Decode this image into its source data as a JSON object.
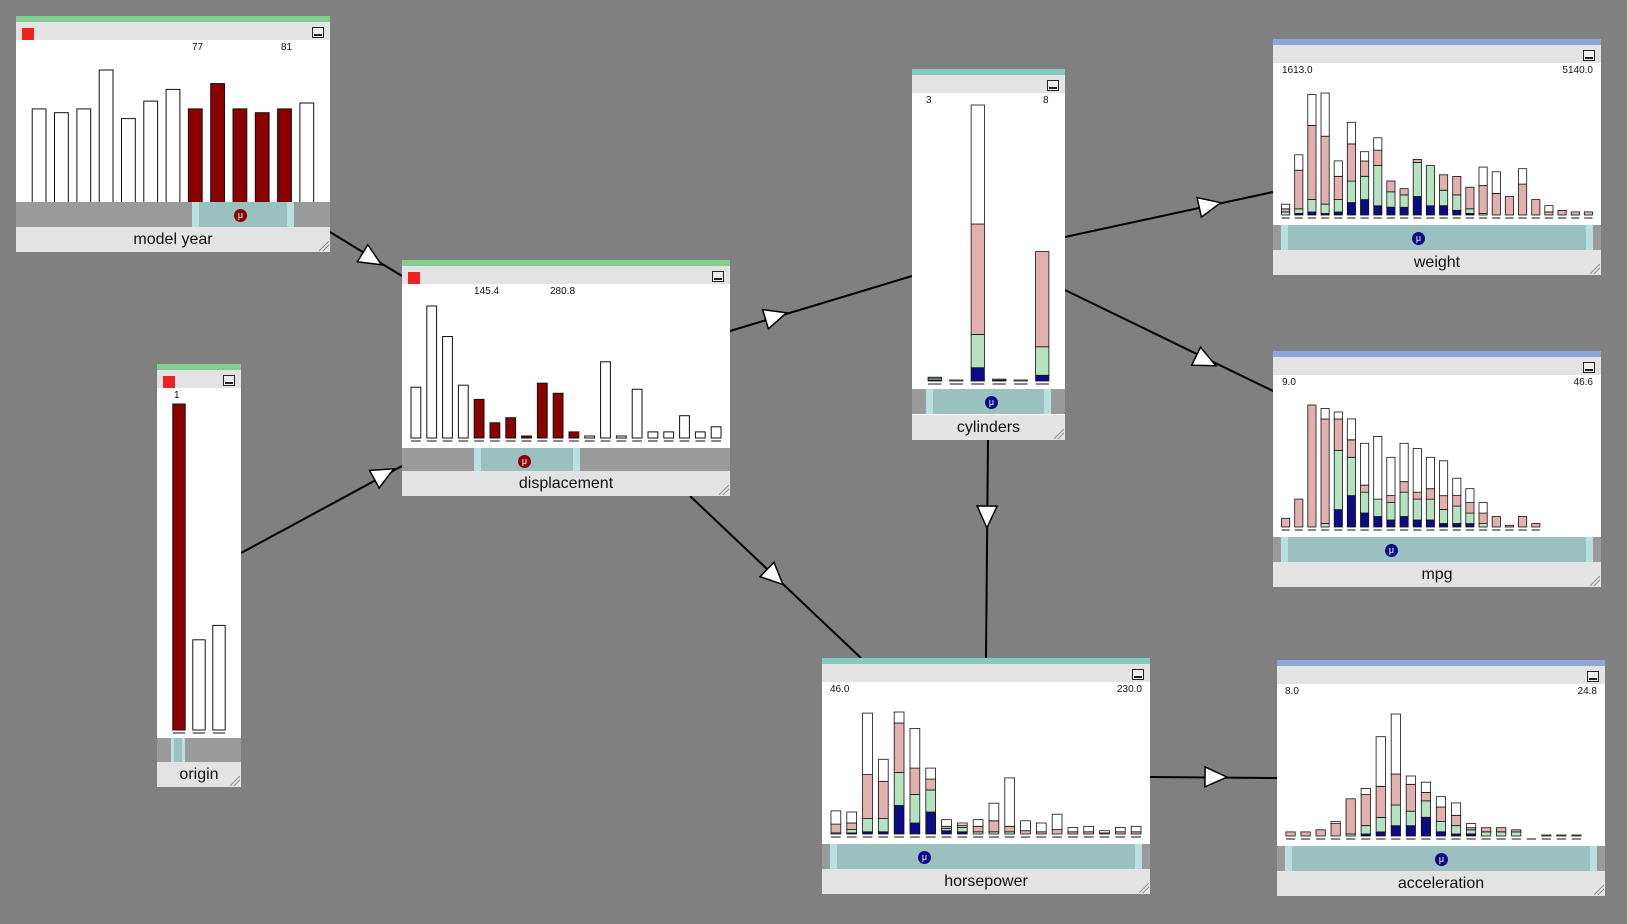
{
  "colors": {
    "background": "#808080",
    "selected_bar": "#8b0000",
    "cat_a": "#e3b0b0",
    "cat_b": "#b5e3bf",
    "cat_c": "#0b0b85",
    "evidence_bar": "#7fcf8f",
    "query_bar": "#8fa5dc",
    "hidden_bar": "#80cdbf",
    "evidence_flag": "#ee2222"
  },
  "nodes": {
    "model_year": {
      "label": "model year",
      "range_low": "77",
      "range_high": "81"
    },
    "displacement": {
      "label": "displacement",
      "range_low": "145.4",
      "range_high": "280.8"
    },
    "origin": {
      "label": "origin",
      "range_low": "1"
    },
    "cylinders": {
      "label": "cylinders",
      "range_low": "3",
      "range_high": "8"
    },
    "horsepower": {
      "label": "horsepower",
      "range_low": "46.0",
      "range_high": "230.0"
    },
    "weight": {
      "label": "weight",
      "range_low": "1613.0",
      "range_high": "5140.0"
    },
    "mpg": {
      "label": "mpg",
      "range_low": "9.0",
      "range_high": "46.6"
    },
    "acceleration": {
      "label": "acceleration",
      "range_low": "8.0",
      "range_high": "24.8"
    }
  },
  "chart_data": [
    {
      "node": "model year",
      "type": "bar",
      "bins": 13,
      "values": [
        50,
        48,
        50,
        70,
        45,
        54,
        60,
        50,
        63,
        50,
        48,
        50,
        53
      ],
      "selected": [
        7,
        8,
        9,
        10,
        11
      ],
      "mu_color": "#8b0000"
    },
    {
      "node": "displacement",
      "type": "bar",
      "bins": 20,
      "values": [
        50,
        130,
        100,
        52,
        38,
        15,
        20,
        2,
        54,
        44,
        6,
        2,
        75,
        2,
        48,
        6,
        6,
        22,
        6,
        11
      ],
      "selected": [
        4,
        5,
        6,
        7,
        8,
        9,
        10
      ],
      "mu_color": "#8b0000"
    },
    {
      "node": "origin",
      "type": "bar",
      "bins": 3,
      "values": [
        318,
        88,
        102
      ],
      "selected": [
        0
      ]
    },
    {
      "node": "cylinders",
      "type": "stacked-bar",
      "bins": 6,
      "stacks": [
        [
          1,
          2,
          0,
          1,
          0
        ],
        [
          0,
          0,
          0,
          1,
          0
        ],
        [
          14,
          35,
          116,
          125,
          0
        ],
        [
          1,
          0,
          0,
          1,
          0
        ],
        [
          0,
          0,
          0,
          1,
          0
        ],
        [
          6,
          30,
          100,
          0,
          0
        ]
      ],
      "mu_color": "#0b0b85"
    },
    {
      "node": "weight",
      "type": "stacked-bar",
      "bins": 24,
      "stacks": [
        [
          0,
          2,
          2,
          3,
          0
        ],
        [
          1,
          3,
          25,
          10,
          0
        ],
        [
          2,
          8,
          48,
          20,
          0
        ],
        [
          1,
          6,
          44,
          28,
          0
        ],
        [
          2,
          8,
          15,
          10,
          0
        ],
        [
          8,
          14,
          24,
          14,
          0
        ],
        [
          10,
          15,
          10,
          6,
          0
        ],
        [
          6,
          26,
          10,
          8,
          0
        ],
        [
          5,
          10,
          7,
          0,
          0
        ],
        [
          5,
          8,
          4,
          0,
          0
        ],
        [
          12,
          22,
          2,
          0,
          0
        ],
        [
          6,
          26,
          0,
          0,
          0
        ],
        [
          6,
          10,
          10,
          0,
          0
        ],
        [
          3,
          10,
          12,
          0,
          0
        ],
        [
          1,
          3,
          14,
          0,
          0
        ],
        [
          0,
          1,
          18,
          12,
          0
        ],
        [
          0,
          0,
          14,
          14,
          0
        ],
        [
          0,
          0,
          12,
          0,
          0
        ],
        [
          0,
          0,
          20,
          10,
          0
        ],
        [
          0,
          0,
          10,
          0,
          0
        ],
        [
          0,
          0,
          2,
          4,
          0
        ],
        [
          0,
          0,
          3,
          0,
          0
        ],
        [
          0,
          0,
          2,
          0,
          0
        ],
        [
          0,
          0,
          2,
          0,
          0
        ]
      ],
      "mu_color": "#0b0b85"
    },
    {
      "node": "mpg",
      "type": "stacked-bar",
      "bins": 24,
      "stacks": [
        [
          0,
          0,
          5,
          0,
          0
        ],
        [
          0,
          0,
          16,
          0,
          0
        ],
        [
          0,
          0,
          70,
          0,
          0
        ],
        [
          0,
          2,
          60,
          6,
          0
        ],
        [
          10,
          34,
          18,
          4,
          0
        ],
        [
          18,
          22,
          10,
          12,
          0
        ],
        [
          8,
          12,
          4,
          24,
          0
        ],
        [
          6,
          10,
          0,
          36,
          0
        ],
        [
          4,
          10,
          4,
          22,
          0
        ],
        [
          6,
          14,
          6,
          22,
          0
        ],
        [
          4,
          12,
          4,
          25,
          0
        ],
        [
          4,
          12,
          6,
          18,
          0
        ],
        [
          2,
          8,
          8,
          20,
          0
        ],
        [
          2,
          10,
          6,
          10,
          0
        ],
        [
          2,
          6,
          6,
          8,
          0
        ],
        [
          0,
          2,
          6,
          6,
          0
        ],
        [
          0,
          0,
          6,
          0,
          0
        ],
        [
          0,
          0,
          1,
          0,
          0
        ],
        [
          0,
          0,
          6,
          0,
          0
        ],
        [
          0,
          0,
          2,
          0,
          0
        ]
      ],
      "mu_color": "#0b0b85"
    },
    {
      "node": "horsepower",
      "type": "stacked-bar",
      "bins": 20,
      "stacks": [
        [
          0,
          1,
          8,
          12,
          0
        ],
        [
          1,
          3,
          6,
          10,
          0
        ],
        [
          2,
          12,
          40,
          56,
          0
        ],
        [
          2,
          12,
          34,
          20,
          0
        ],
        [
          26,
          30,
          45,
          10,
          0
        ],
        [
          10,
          26,
          24,
          36,
          0
        ],
        [
          20,
          20,
          10,
          10,
          0
        ],
        [
          3,
          2,
          2,
          6,
          0
        ],
        [
          2,
          4,
          2,
          2,
          0
        ],
        [
          0,
          2,
          5,
          6,
          0
        ],
        [
          0,
          2,
          10,
          16,
          0
        ],
        [
          0,
          2,
          5,
          44,
          0
        ],
        [
          0,
          0,
          3,
          9,
          0
        ],
        [
          0,
          0,
          2,
          8,
          0
        ],
        [
          0,
          0,
          4,
          14,
          0
        ],
        [
          0,
          0,
          2,
          4,
          0
        ],
        [
          0,
          0,
          2,
          5,
          0
        ],
        [
          0,
          0,
          1,
          2,
          0
        ],
        [
          0,
          0,
          2,
          4,
          0
        ],
        [
          0,
          0,
          2,
          5,
          0
        ]
      ],
      "mu_color": "#0b0b85"
    },
    {
      "node": "acceleration",
      "type": "stacked-bar",
      "bins": 21,
      "stacks": [
        [
          0,
          0,
          4,
          0,
          0
        ],
        [
          0,
          0,
          4,
          0,
          0
        ],
        [
          0,
          0,
          6,
          0,
          0
        ],
        [
          0,
          0,
          12,
          2,
          0
        ],
        [
          0,
          2,
          34,
          0,
          0
        ],
        [
          2,
          8,
          30,
          6,
          0
        ],
        [
          4,
          14,
          30,
          48,
          0
        ],
        [
          10,
          20,
          30,
          58,
          0
        ],
        [
          10,
          14,
          26,
          8,
          0
        ],
        [
          18,
          16,
          8,
          10,
          0
        ],
        [
          4,
          10,
          14,
          10,
          0
        ],
        [
          2,
          8,
          10,
          12,
          0
        ],
        [
          2,
          4,
          2,
          4,
          0
        ],
        [
          0,
          4,
          4,
          0,
          0
        ],
        [
          0,
          4,
          4,
          0,
          0
        ],
        [
          0,
          4,
          2,
          0,
          0
        ],
        [
          0,
          0,
          0,
          0,
          0
        ],
        [
          0,
          0,
          1,
          0,
          0
        ],
        [
          0,
          0,
          1,
          0,
          0
        ],
        [
          0,
          0,
          1,
          0,
          0
        ]
      ],
      "mu_color": "#0b0b85"
    }
  ]
}
